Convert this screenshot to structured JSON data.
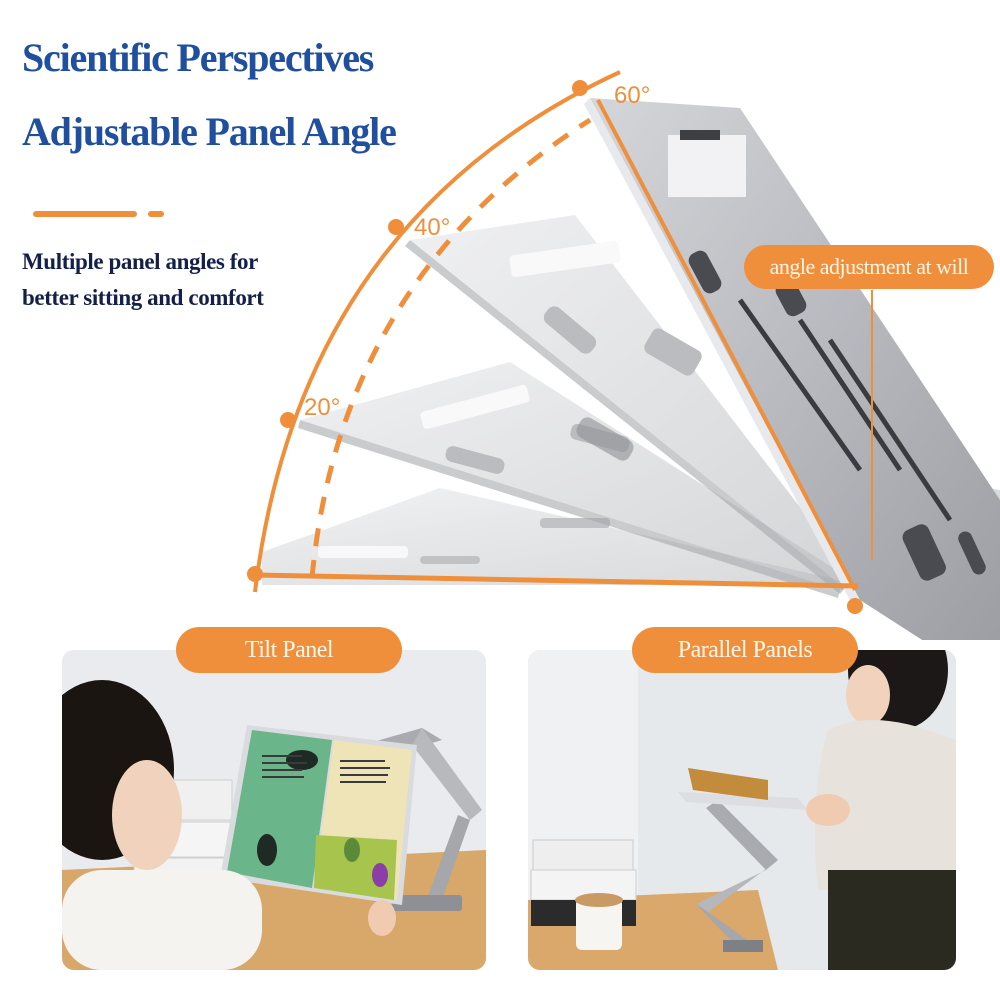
{
  "header": {
    "title_line1": "Scientific Perspectives",
    "title_line2": "Adjustable Panel Angle",
    "subtitle_line1": "Multiple panel angles for",
    "subtitle_line2": "better sitting and comfort"
  },
  "diagram": {
    "angles": [
      {
        "label": "20°"
      },
      {
        "label": "40°"
      },
      {
        "label": "60°"
      }
    ],
    "callout": "angle adjustment at will"
  },
  "modes": [
    {
      "label": "Tilt Panel",
      "photo": "child reading picture book on tilted stand"
    },
    {
      "label": "Parallel Panels",
      "photo": "woman reading magazine on flat stand arm"
    }
  ],
  "colors": {
    "accent": "#ef8f3b",
    "title_blue": "#1f4f9e",
    "subtitle_navy": "#13204a",
    "panel_silver": "#c9cbcf"
  }
}
